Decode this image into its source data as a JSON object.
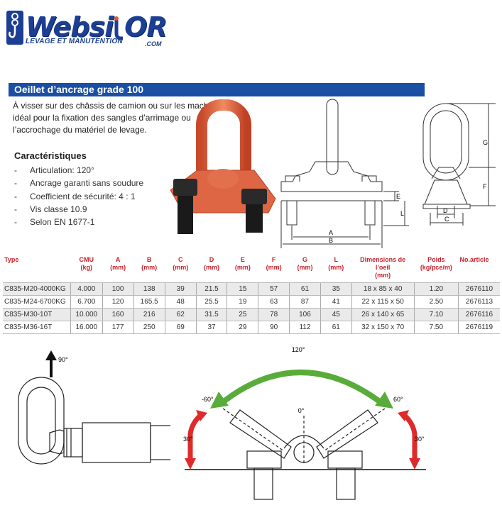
{
  "logo": {
    "word_a": "Websi",
    "word_b": "OR",
    "tagline": "LEVAGE ET MANUTENTION",
    "domain": ".COM",
    "color": "#1c3f94",
    "accent": "#e65a20"
  },
  "product": {
    "title": "Oeillet d’ancrage grade 100",
    "description": "À visser sur des châssis de camion ou sur les machines, idéal pour la fixation des sangles d’arrimage ou l’accrochage du matériel de levage.",
    "characteristics_title": "Caractéristiques",
    "characteristics": [
      "Articulation: 120°",
      "Ancrage garanti sans soudure",
      "Coefficient de sécurité: 4 : 1",
      "Vis classe 10.9",
      "Selon EN 1677-1"
    ]
  },
  "dimension_labels": {
    "a": "A",
    "b": "B",
    "c": "C",
    "d": "D",
    "e": "E",
    "f": "F",
    "g": "G",
    "l": "L"
  },
  "table": {
    "headers": [
      {
        "label": "Type",
        "unit": ""
      },
      {
        "label": "CMU",
        "unit": "(kg)"
      },
      {
        "label": "A",
        "unit": "(mm)"
      },
      {
        "label": "B",
        "unit": "(mm)"
      },
      {
        "label": "C",
        "unit": "(mm)"
      },
      {
        "label": "D",
        "unit": "(mm)"
      },
      {
        "label": "E",
        "unit": "(mm)"
      },
      {
        "label": "F",
        "unit": "(mm)"
      },
      {
        "label": "G",
        "unit": "(mm)"
      },
      {
        "label": "L",
        "unit": "(mm)"
      },
      {
        "label": "Dimensions de l’oeil",
        "unit": "(mm)"
      },
      {
        "label": "Poids",
        "unit": "(kg/pce/m)"
      },
      {
        "label": "No.article",
        "unit": ""
      }
    ],
    "rows": [
      [
        "C835-M20-4000KG",
        "4.000",
        "100",
        "138",
        "39",
        "21.5",
        "15",
        "57",
        "61",
        "35",
        "18 x 85 x 40",
        "1.20",
        "2676110"
      ],
      [
        "C835-M24-6700KG",
        "6.700",
        "120",
        "165.5",
        "48",
        "25.5",
        "19",
        "63",
        "87",
        "41",
        "22 x 115 x 50",
        "2.50",
        "2676113"
      ],
      [
        "C835-M30-10T",
        "10.000",
        "160",
        "216",
        "62",
        "31.5",
        "25",
        "78",
        "106",
        "45",
        "26 x 140 x 65",
        "7.10",
        "2676116"
      ],
      [
        "C835-M36-16T",
        "16.000",
        "177",
        "250",
        "69",
        "37",
        "29",
        "90",
        "112",
        "61",
        "32 x 150 x 70",
        "7.50",
        "2676119"
      ]
    ]
  },
  "angles": {
    "rotation": "90°",
    "articulation": "120°",
    "left": "-60°",
    "right": "60°",
    "center": "0°",
    "tilt_left": "30°",
    "tilt_right": "30°"
  },
  "colors": {
    "title_bar": "#1a4fa3",
    "header_text": "#c8202a",
    "product_orange": "#e86a45",
    "arc_green": "#5aac3a",
    "arc_red": "#e02a2a"
  }
}
